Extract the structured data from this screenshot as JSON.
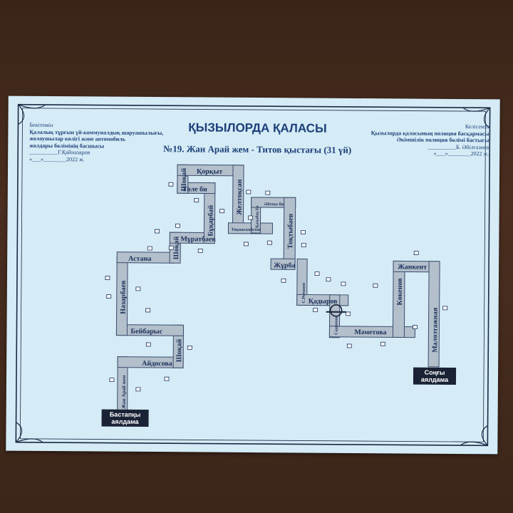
{
  "header_left": {
    "title": "Бекітемін",
    "line1": "Қалалық тұрғын үй-коммуналдық шаруашылығы,",
    "line2": "жолаушылар көлігі және автомобиль",
    "line3": "жолдары бөлімінің басшысы",
    "signature": "Г.Қайназаров",
    "date": "«___»________2022 ж."
  },
  "header_right": {
    "title": "Келісемін",
    "line1": "Қызылорда қаласының полиция басқармасы",
    "line2": "Әкімшілік полиция бөлімі бастығы",
    "signature": "Б. Әбілғазиев",
    "date": "«___»________2022 ж."
  },
  "city_title": "ҚЫЗЫЛОРДА ҚАЛАСЫ",
  "route_title": "№19. Жан Арай жем - Титов қыстағы (31 үй)",
  "streets": {
    "korkyt": "Қорқыт",
    "shokai1": "Шоқай",
    "tole_bi": "Төле би",
    "bukarbai": "Бұқарбай",
    "zheltoksan": "Желтоқсан",
    "aiteke_bi": "Әйтеке би",
    "kazybek_bi": "Қазыбек би",
    "tokmagambetov": "Тоқмағамбетов",
    "toktybaev": "Тоқтыбаев",
    "muratbaev": "Мұратбаев",
    "shokai2": "Шоқай",
    "astana": "Астана",
    "zhurba": "Жұрба",
    "s_romanov": "С.Романов",
    "kadyrov": "Қадыров",
    "sadvinov": "Садвинов",
    "nazarbaev": "Назарбаев",
    "beibarys": "Бейбарыс",
    "shokai3": "Шоқай",
    "aidosova": "Айдосова",
    "zhan_arai_zhem": "Жан Арай жем",
    "mametova": "Мәметова",
    "kokenov": "Көкенов",
    "zhankent": "Жанкент",
    "malotazhnaya": "Малоэтажная"
  },
  "stops": {
    "start": "Бастапқы аялдама",
    "end": "Соңғы аялдама"
  },
  "colors": {
    "paper": "#d5ebf6",
    "route_fill": "#b3bfcb",
    "route_stroke": "#3a4d6e",
    "text": "#1b3f78",
    "stop_box": "#1a2236"
  }
}
